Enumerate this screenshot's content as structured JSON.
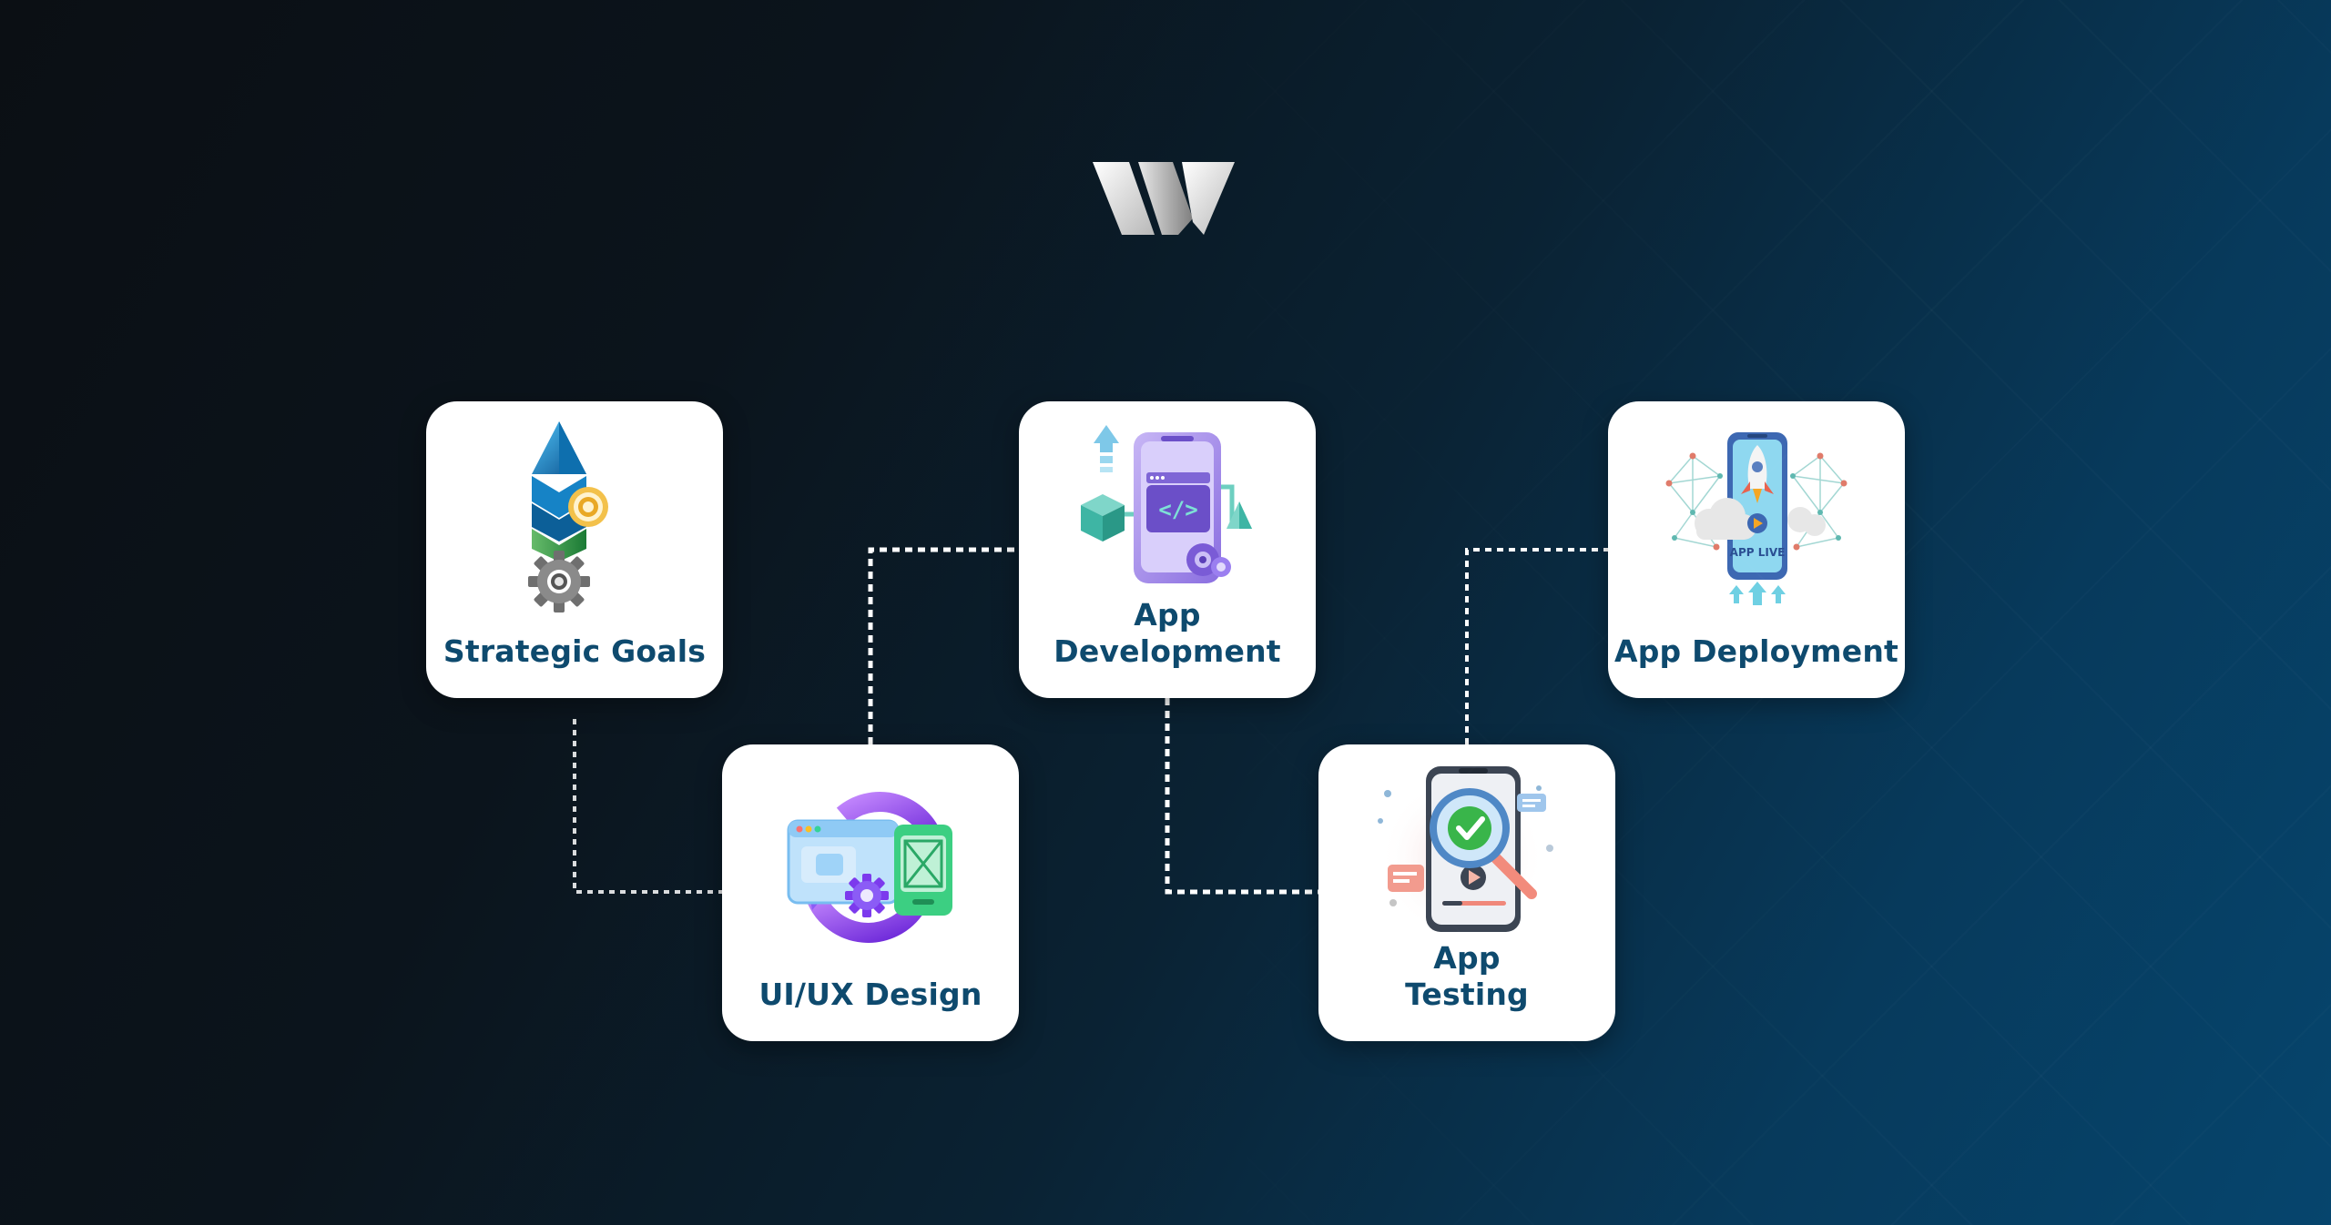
{
  "brand": {
    "logo_icon": "w-logo-icon",
    "colors": {
      "label_text": "#0e4a6e",
      "card_bg": "#ffffff",
      "connector": "#ffffff",
      "background_dark": "#0b0f14",
      "background_blue": "#06456d"
    }
  },
  "steps": [
    {
      "id": "strategic-goals",
      "label_lines": [
        "Strategic Goals"
      ],
      "icon": "strategic-goals-icon"
    },
    {
      "id": "ui-ux-design",
      "label_lines": [
        "UI/UX Design"
      ],
      "icon": "ui-ux-design-icon"
    },
    {
      "id": "app-development",
      "label_lines": [
        "App",
        "Development"
      ],
      "icon": "app-development-icon"
    },
    {
      "id": "app-testing",
      "label_lines": [
        "App",
        "Testing"
      ],
      "icon": "app-testing-icon"
    },
    {
      "id": "app-deployment",
      "label_lines": [
        "App Deployment"
      ],
      "icon": "app-deployment-icon"
    }
  ],
  "connections": [
    {
      "from": "strategic-goals",
      "to": "ui-ux-design"
    },
    {
      "from": "ui-ux-design",
      "to": "app-development"
    },
    {
      "from": "app-development",
      "to": "app-testing"
    },
    {
      "from": "app-testing",
      "to": "app-deployment"
    }
  ],
  "deployment_badge": "APP LIVE"
}
